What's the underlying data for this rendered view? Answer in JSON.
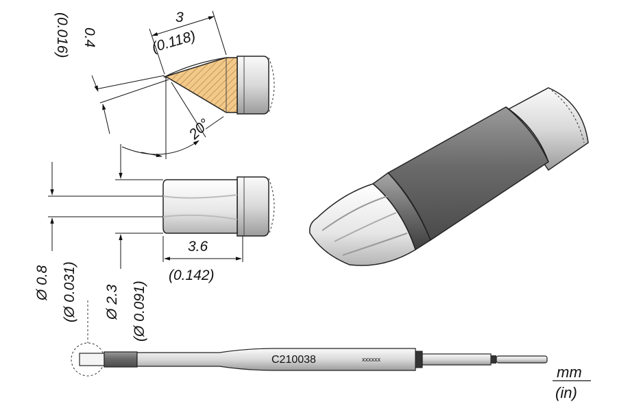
{
  "part_number": "C210038",
  "serial_mark": "xxxxxx",
  "units": {
    "primary": "mm",
    "secondary": "(in)"
  },
  "dimensions": {
    "tip_thickness": {
      "mm": "0.4",
      "in": "(0.016)"
    },
    "bevel_length": {
      "mm": "3",
      "in": "(0.118)"
    },
    "bevel_angle": "20°",
    "tip_width": {
      "mm": "Ø 0.8",
      "in": "(Ø 0.031)"
    },
    "shank_diameter": {
      "mm": "Ø 2.3",
      "in": "(Ø 0.091)"
    },
    "tip_length": {
      "mm": "3.6",
      "in": "(0.142)"
    }
  }
}
